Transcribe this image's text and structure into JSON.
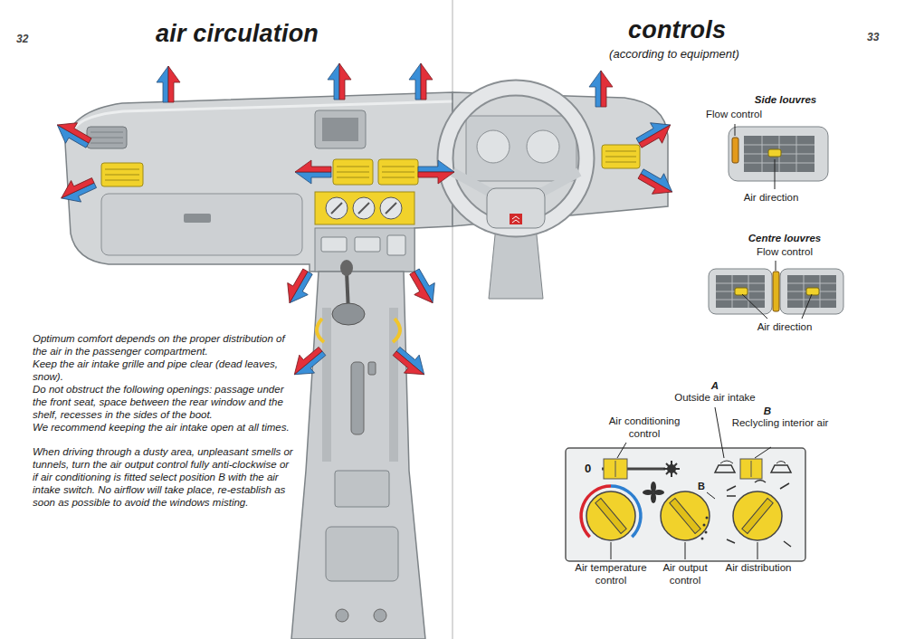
{
  "diagram": {
    "title": "air circulation",
    "labels": [
      "32",
      "controls",
      "(according to equipment)",
      "33",
      "Optimum comfort depends on the proper distribution of the air in the passenger compartment.",
      "Keep the air intake grille and pipe clear (dead leaves, snow).",
      "Do not obstruct the following openings: passage under the front seat, space between the rear window and the shelf, recesses in the sides of the boot.",
      "We recommend keeping the air intake open at all times.",
      "When driving through a dusty area, unpleasant smells or tunnels, turn the air output control fully anti-clockwise or if air conditioning is fitted select position B with the air intake switch. No airflow will take place, re-establish as soon as possible to avoid the windows misting.",
      "Side louvres",
      "Flow control",
      "Air direction",
      "Centre louvres",
      "Flow control",
      "Air direction",
      "A",
      "Outside air intake",
      "B",
      "Reclycling interior air",
      "Air conditioning control",
      "0",
      "B",
      "Air temperature control",
      "Air output control",
      "Air distribution"
    ]
  }
}
